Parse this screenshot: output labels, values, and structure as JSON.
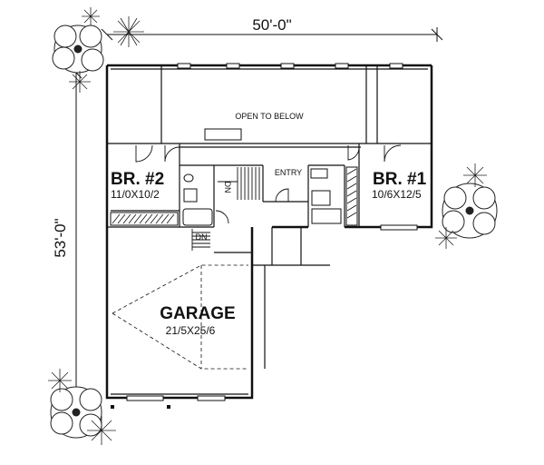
{
  "dimensions": {
    "width": "50'-0\"",
    "depth": "53'-0\""
  },
  "open_area": {
    "label": "OPEN TO BELOW"
  },
  "entry": {
    "label": "ENTRY"
  },
  "bedroom2": {
    "name": "BR. #2",
    "size": "11/0X10/2"
  },
  "bedroom1": {
    "name": "BR. #1",
    "size": "10/6X12/5"
  },
  "garage": {
    "name": "GARAGE",
    "size": "21/5X25/6"
  },
  "stairs": {
    "down_label_1": "DN",
    "down_label_2": "DN"
  },
  "colors": {
    "line": "#111111",
    "fill": "#ffffff",
    "tree": "#222222"
  }
}
